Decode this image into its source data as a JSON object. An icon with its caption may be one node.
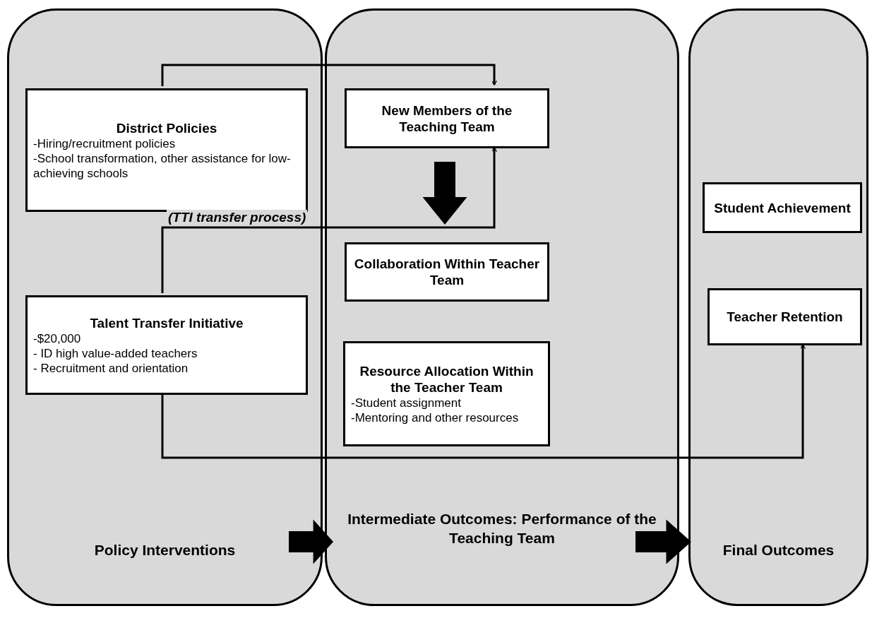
{
  "diagram": {
    "nodes": [
      {
        "text": [
          "Policy Interventions"
        ]
      },
      {
        "text": [
          "District Policies",
          "-Hiring/recruitment policies",
          "-School transformation, other assistance for low-achieving schools"
        ],
        "in": 0
      },
      {
        "text": [
          "Talent Transfer Initiative",
          "-$20,000",
          "- ID high value-added teachers",
          "- Recruitment and orientation"
        ],
        "in": 0
      },
      {
        "text": [
          "Intermediate Outcomes: Performance of the Teaching Team"
        ]
      },
      {
        "text": [
          "New Members of the Teaching Team"
        ],
        "in": 3
      },
      {
        "text": [
          "Collaboration Within Teacher Team"
        ],
        "in": 3
      },
      {
        "text": [
          "Resource Allocation Within the Teacher Team",
          "-Student assignment",
          "-Mentoring and other resources"
        ],
        "in": 3
      },
      {
        "text": [
          "Final Outcomes"
        ]
      },
      {
        "text": [
          "Student Achievement"
        ],
        "in": 7
      },
      {
        "text": [
          "Teacher Retention"
        ],
        "in": 7
      }
    ],
    "edges": [
      {
        "from": 1,
        "to": 4,
        "arrow": "to"
      },
      {
        "from": 2,
        "to": 4,
        "arrow": "to",
        "label": "(TTI transfer process)"
      },
      {
        "from": 2,
        "to": 9,
        "arrow": "to"
      },
      {
        "from": 4,
        "to": 5,
        "arrow": "to",
        "style": "thick"
      },
      {
        "from": 0,
        "to": 3,
        "arrow": "to",
        "style": "thick"
      },
      {
        "from": 3,
        "to": 7,
        "arrow": "to",
        "style": "thick"
      }
    ]
  }
}
